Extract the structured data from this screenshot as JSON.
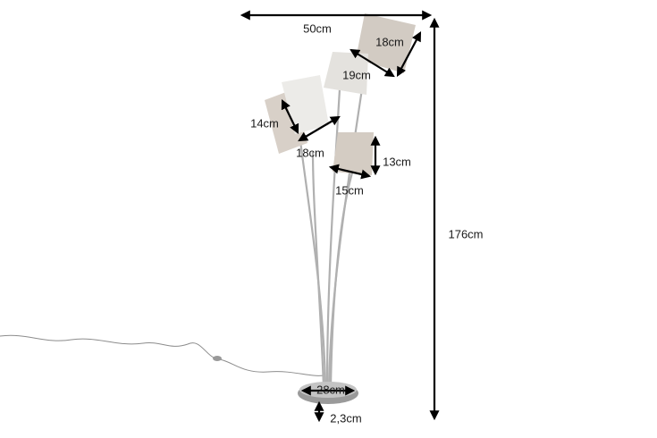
{
  "dimensions": {
    "overall_width": "50cm",
    "overall_height": "176cm",
    "shade_top_right": "18cm",
    "shade_top_middle": "19cm",
    "shade_left_height": "14cm",
    "shade_left_width": "18cm",
    "shade_bottom_height": "13cm",
    "shade_bottom_width": "15cm",
    "base_diameter": "28cm",
    "base_height": "2,3cm"
  },
  "colors": {
    "shade_dark": "#d2cbc3",
    "shade_light": "#ecebe8",
    "metal": "#a8a8a8",
    "arrow": "#000000"
  }
}
